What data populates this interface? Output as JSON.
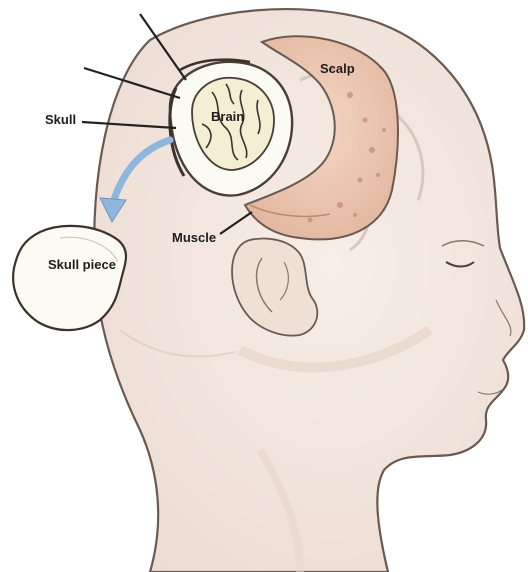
{
  "labels": {
    "skull": "Skull",
    "brain": "Brain",
    "scalp": "Scalp",
    "muscle": "Muscle",
    "skull_piece": "Skull piece"
  },
  "colors": {
    "skin": "#f3e8e1",
    "outline": "#6a5b52",
    "scalp": "#e8c3ac",
    "scalp_spots": "#c98f72",
    "brain": "#f4efd3",
    "bone": "#fbfaf3",
    "arrow": "#8fb7de"
  }
}
